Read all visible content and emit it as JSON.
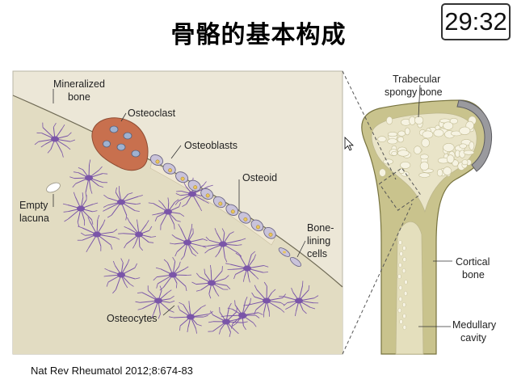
{
  "slide": {
    "title": "骨骼的基本构成",
    "timer": "29:32",
    "citation": "Nat Rev Rheumatol 2012;8:674-83"
  },
  "figure_labels": {
    "mineralized_bone": [
      "Mineralized",
      "bone"
    ],
    "osteoclast": "Osteoclast",
    "osteoblasts": "Osteoblasts",
    "osteoid": "Osteoid",
    "empty_lacuna": [
      "Empty",
      "lacuna"
    ],
    "bone_lining_cells": [
      "Bone-",
      "lining",
      "cells"
    ],
    "osteocytes": "Osteocytes",
    "trabecular_bone": [
      "Trabecular",
      "spongy bone"
    ],
    "cortical_bone": [
      "Cortical",
      "bone"
    ],
    "medullary_cavity": [
      "Medullary",
      "cavity"
    ]
  },
  "colors": {
    "panel_bg": "#ece7d7",
    "bone_surface": "#e2dcc2",
    "osteocyte": "#7a55a8",
    "osteoclast": "#c8704e",
    "osteoblast": "#c9c3da",
    "bone_shaft": "#c9c38d",
    "bone_shaft_edge": "#77733f",
    "spongy": "#e9e4c8",
    "cartilage": "#9a9a9e"
  }
}
